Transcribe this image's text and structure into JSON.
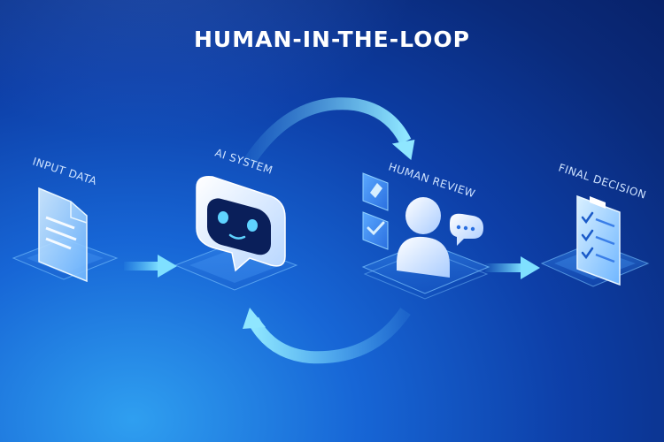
{
  "title": "HUMAN-IN-THE-LOOP",
  "nodes": {
    "input": {
      "label": "INPUT DATA"
    },
    "ai": {
      "label": "AI SYSTEM"
    },
    "human": {
      "label": "HUMAN REVIEW"
    },
    "final": {
      "label": "FINAL DECISION"
    }
  },
  "icons": {
    "input": "document-icon",
    "ai": "robot-chat-icon",
    "human": "person-icon",
    "final": "checklist-clipboard-icon"
  },
  "colors": {
    "accent": "#5fd3ff",
    "label": "#cfe3ff",
    "title": "#ffffff"
  }
}
